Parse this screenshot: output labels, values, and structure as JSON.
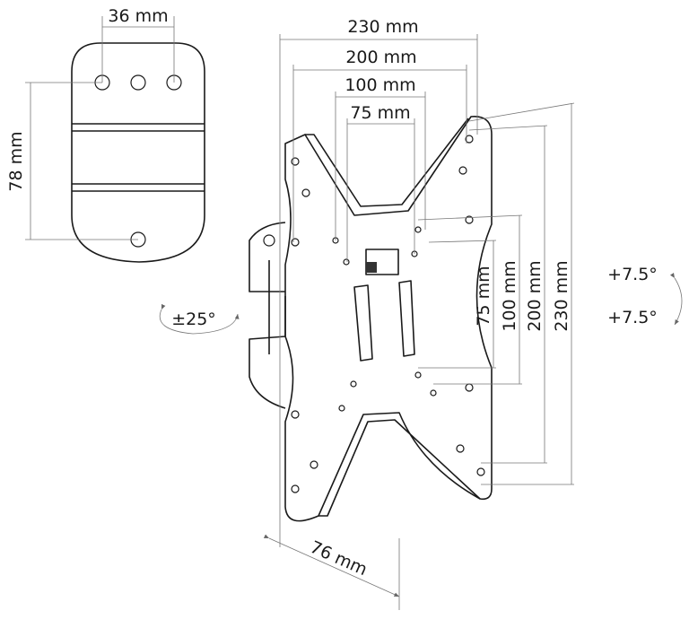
{
  "small_plate": {
    "width_label": "36 mm",
    "height_label": "78 mm"
  },
  "main_plate": {
    "horizontal_labels": [
      "230 mm",
      "200 mm",
      "100 mm",
      "75 mm"
    ],
    "vertical_labels": [
      "75 mm",
      "100 mm",
      "200 mm",
      "230 mm"
    ],
    "depth_label": "76 mm"
  },
  "rotation": {
    "swivel_label": "±25°",
    "tilt_up_label": "+7.5°",
    "tilt_down_label": "+7.5°"
  }
}
